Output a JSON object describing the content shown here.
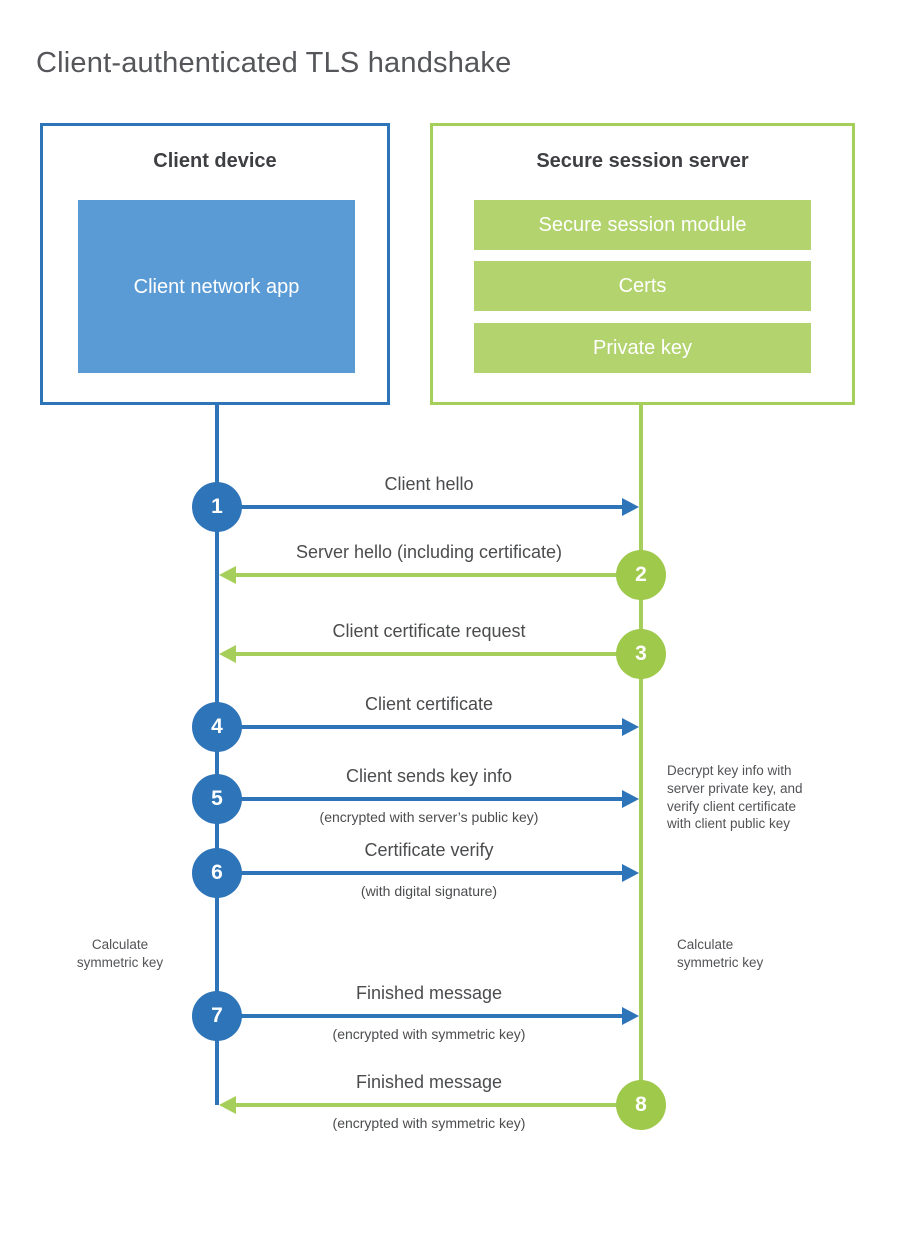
{
  "title": "Client-authenticated TLS handshake",
  "colors": {
    "blue": "#2e74b8",
    "blue_fill": "#5b9bd5",
    "green": "#a6ce5a",
    "green_circle": "#9ec94b",
    "green_fill": "#b2d36e"
  },
  "client": {
    "title": "Client device",
    "app_label": "Client network app"
  },
  "server": {
    "title": "Secure session server",
    "modules": [
      "Secure session module",
      "Certs",
      "Private key"
    ]
  },
  "steps": [
    {
      "num": "1",
      "from": "client",
      "label": "Client hello",
      "sublabel": ""
    },
    {
      "num": "2",
      "from": "server",
      "label": "Server hello (including certificate)",
      "sublabel": ""
    },
    {
      "num": "3",
      "from": "server",
      "label": "Client certificate request",
      "sublabel": ""
    },
    {
      "num": "4",
      "from": "client",
      "label": "Client certificate",
      "sublabel": ""
    },
    {
      "num": "5",
      "from": "client",
      "label": "Client sends key info",
      "sublabel": "(encrypted with server’s public key)"
    },
    {
      "num": "6",
      "from": "client",
      "label": "Certificate verify",
      "sublabel": "(with digital signature)"
    },
    {
      "num": "7",
      "from": "client",
      "label": "Finished message",
      "sublabel": "(encrypted with symmetric key)"
    },
    {
      "num": "8",
      "from": "server",
      "label": "Finished message",
      "sublabel": "(encrypted with symmetric key)"
    }
  ],
  "annotations": {
    "server_note": "Decrypt key info with\nserver private key, and\nverify client certificate\nwith client public key",
    "calc_left": "Calculate\nsymmetric key",
    "calc_right": "Calculate\nsymmetric key"
  }
}
